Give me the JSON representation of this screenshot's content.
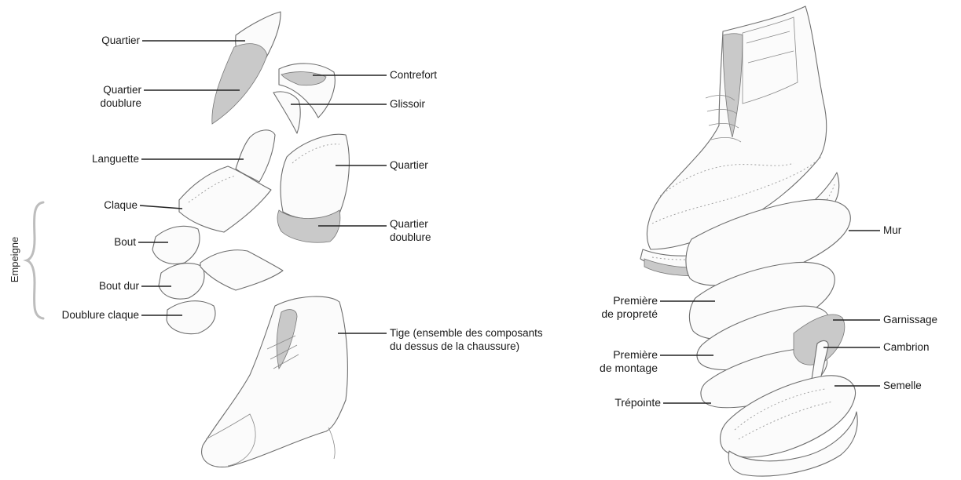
{
  "left_exploded_view": {
    "labels": {
      "quartier_top": "Quartier",
      "quartier_doublure_top": "Quartier\ndoublure",
      "contrefort": "Contrefort",
      "glissoir": "Glissoir",
      "languette": "Languette",
      "quartier_mid": "Quartier",
      "claque": "Claque",
      "quartier_doublure_mid": "Quartier\ndoublure",
      "bout": "Bout",
      "bout_dur": "Bout dur",
      "doublure_claque": "Doublure claque",
      "tige": "Tige (ensemble des composants\ndu dessus de la chaussure)"
    },
    "group_label": "Empeigne"
  },
  "right_exploded_view": {
    "labels": {
      "mur": "Mur",
      "premiere_proprete": "Première\nde propreté",
      "garnissage": "Garnissage",
      "premiere_montage": "Première\nde montage",
      "cambrion": "Cambrion",
      "trepointe": "Trépointe",
      "semelle": "Semelle"
    }
  }
}
